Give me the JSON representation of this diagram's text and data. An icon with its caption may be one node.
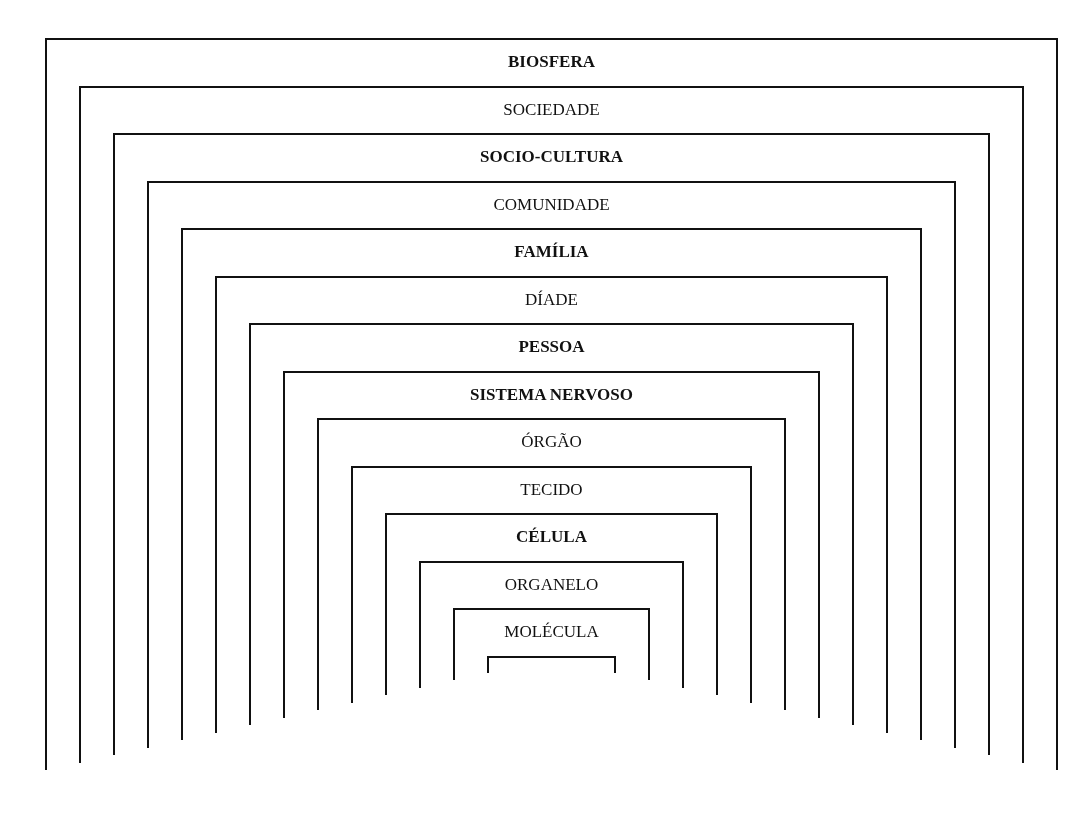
{
  "diagram": {
    "nodes": [
      {
        "text": [
          "BIOSFERA"
        ]
      },
      {
        "text": [
          "SOCIEDADE"
        ],
        "in": 0
      },
      {
        "text": [
          "SOCIO-CULTURA"
        ],
        "in": 1
      },
      {
        "text": [
          "COMUNIDADE"
        ],
        "in": 2
      },
      {
        "text": [
          "FAMÍLIA"
        ],
        "in": 3
      },
      {
        "text": [
          "DÍADE"
        ],
        "in": 4
      },
      {
        "text": [
          "PESSOA"
        ],
        "in": 5
      },
      {
        "text": [
          "SISTEMA NERVOSO"
        ],
        "in": 6
      },
      {
        "text": [
          "ÓRGÃO"
        ],
        "in": 7
      },
      {
        "text": [
          "TECIDO"
        ],
        "in": 8
      },
      {
        "text": [
          "CÉLULA"
        ],
        "in": 9
      },
      {
        "text": [
          "ORGANELO"
        ],
        "in": 10
      },
      {
        "text": [
          "MOLÉCULA"
        ],
        "in": 11
      },
      {
        "text": [],
        "shape": "arch",
        "in": 12
      }
    ]
  }
}
